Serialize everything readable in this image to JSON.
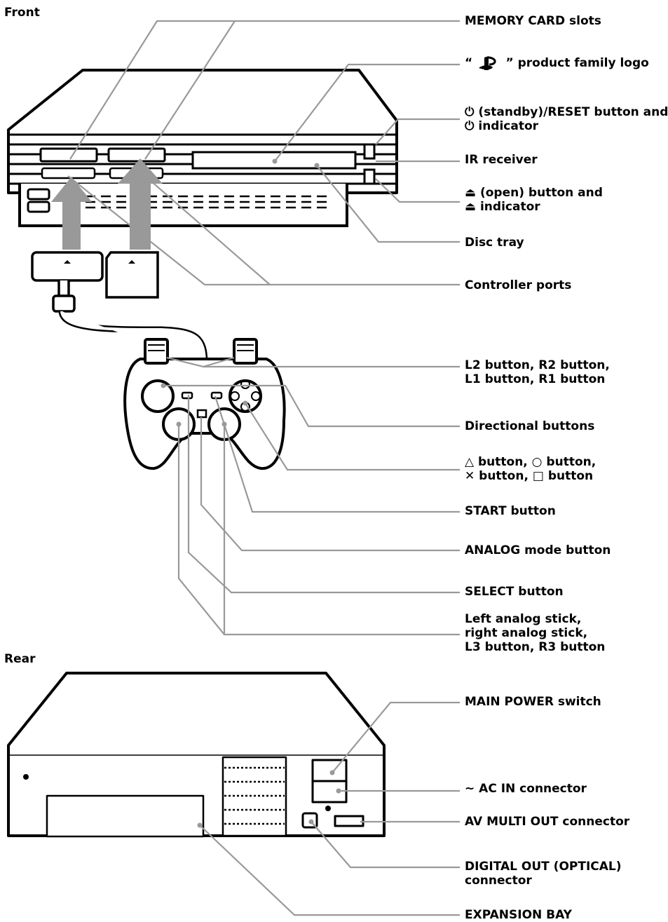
{
  "sections": {
    "front": "Front",
    "rear": "Rear"
  },
  "labels": {
    "memory_card_slots": "MEMORY CARD slots",
    "logo": "“        ” product family logo",
    "standby_1": "⏻ (standby)/RESET button and",
    "standby_2": "⏻ indicator",
    "ir_receiver": "IR receiver",
    "open_1": "⏏ (open) button and",
    "open_2": "⏏ indicator",
    "disc_tray": "Disc tray",
    "controller_ports": "Controller ports",
    "l2r2_1": "L2 button,  R2 button,",
    "l2r2_2": "L1 button,  R1 button",
    "directional": "Directional buttons",
    "shapes_1": "△ button, ○ button,",
    "shapes_2": "✕ button, □ button",
    "start": "START button",
    "analog_mode": "ANALOG mode button",
    "select": "SELECT button",
    "sticks_1": "Left analog stick,",
    "sticks_2": "right analog stick,",
    "sticks_3": "L3 button, R3 button",
    "main_power": "MAIN POWER switch",
    "ac_in": "~ AC IN connector",
    "av_multi": "AV MULTI OUT connector",
    "digital_1": "DIGITAL OUT (OPTICAL)",
    "digital_2": "connector",
    "expansion": "EXPANSION BAY"
  },
  "icons": {
    "logo": "playstation-logo-icon"
  },
  "colors": {
    "leader": "#999999",
    "outline": "#000000"
  }
}
